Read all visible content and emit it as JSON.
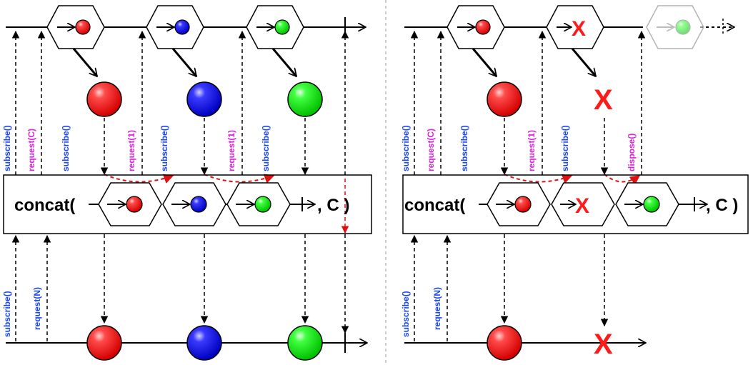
{
  "colors": {
    "red": "#ff1a1a",
    "blue": "#1a1aff",
    "green": "#1aff1a",
    "label_blue": "#1a46ff",
    "label_magenta": "#e020e0",
    "demand_dashed": "#dd1111",
    "divider": "#bbbbbb"
  },
  "left": {
    "operator_text": "concat(",
    "operator_tail": ", C )",
    "upper_labels": {
      "subscribe_1": "subscribe()",
      "request_1": "request(C)",
      "subscribe_2": "subscribe()",
      "request_2": "request(1)",
      "subscribe_3": "subscribe()",
      "request_3": "request(1)",
      "subscribe_4": "subscribe()"
    },
    "lower_labels": {
      "subscribe": "subscribe()",
      "request": "request(N)"
    }
  },
  "right": {
    "operator_text": "concat(",
    "operator_tail": ", C )",
    "error_mark": "X",
    "upper_labels": {
      "subscribe_1": "subscribe()",
      "request_1": "request(C)",
      "subscribe_2": "subscribe()",
      "request_2": "request(1)",
      "subscribe_3": "subscribe()",
      "dispose": "dispose()"
    },
    "lower_labels": {
      "subscribe": "subscribe()",
      "request": "request(N)"
    }
  }
}
